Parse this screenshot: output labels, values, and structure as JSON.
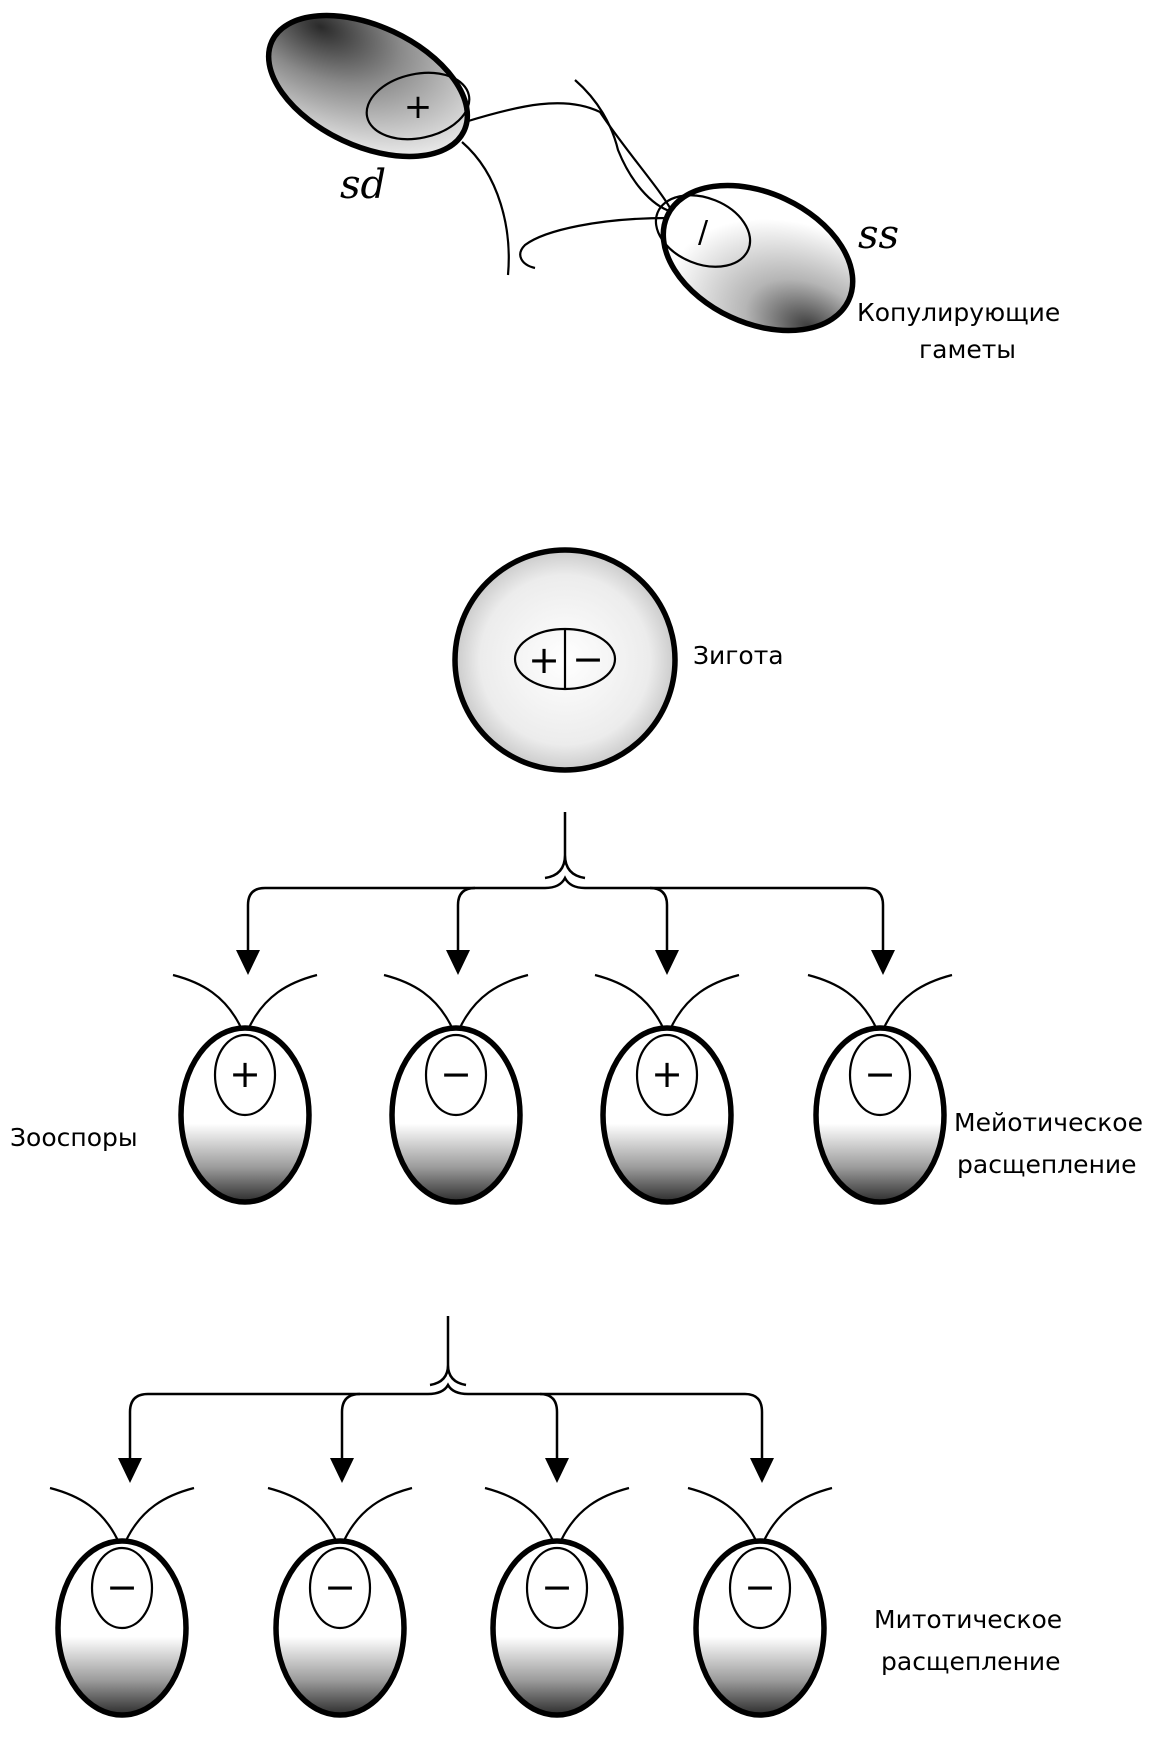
{
  "gametes": {
    "sd": {
      "label": "sd",
      "sign": "+"
    },
    "ss": {
      "label": "ss",
      "sign": "/"
    },
    "caption": [
      "Копулирующие",
      "гаметы"
    ]
  },
  "zygote": {
    "label": "Зигота",
    "signs": [
      "+",
      "−"
    ]
  },
  "meiosis": {
    "left_label": "Зооспоры",
    "right_label": [
      "Мейотическое",
      "расщепление"
    ],
    "zoospores": [
      "+",
      "−",
      "+",
      "−"
    ]
  },
  "mitosis": {
    "right_label": [
      "Митотическое",
      "расщепление"
    ],
    "zoospores": [
      "−",
      "−",
      "−",
      "−"
    ]
  }
}
